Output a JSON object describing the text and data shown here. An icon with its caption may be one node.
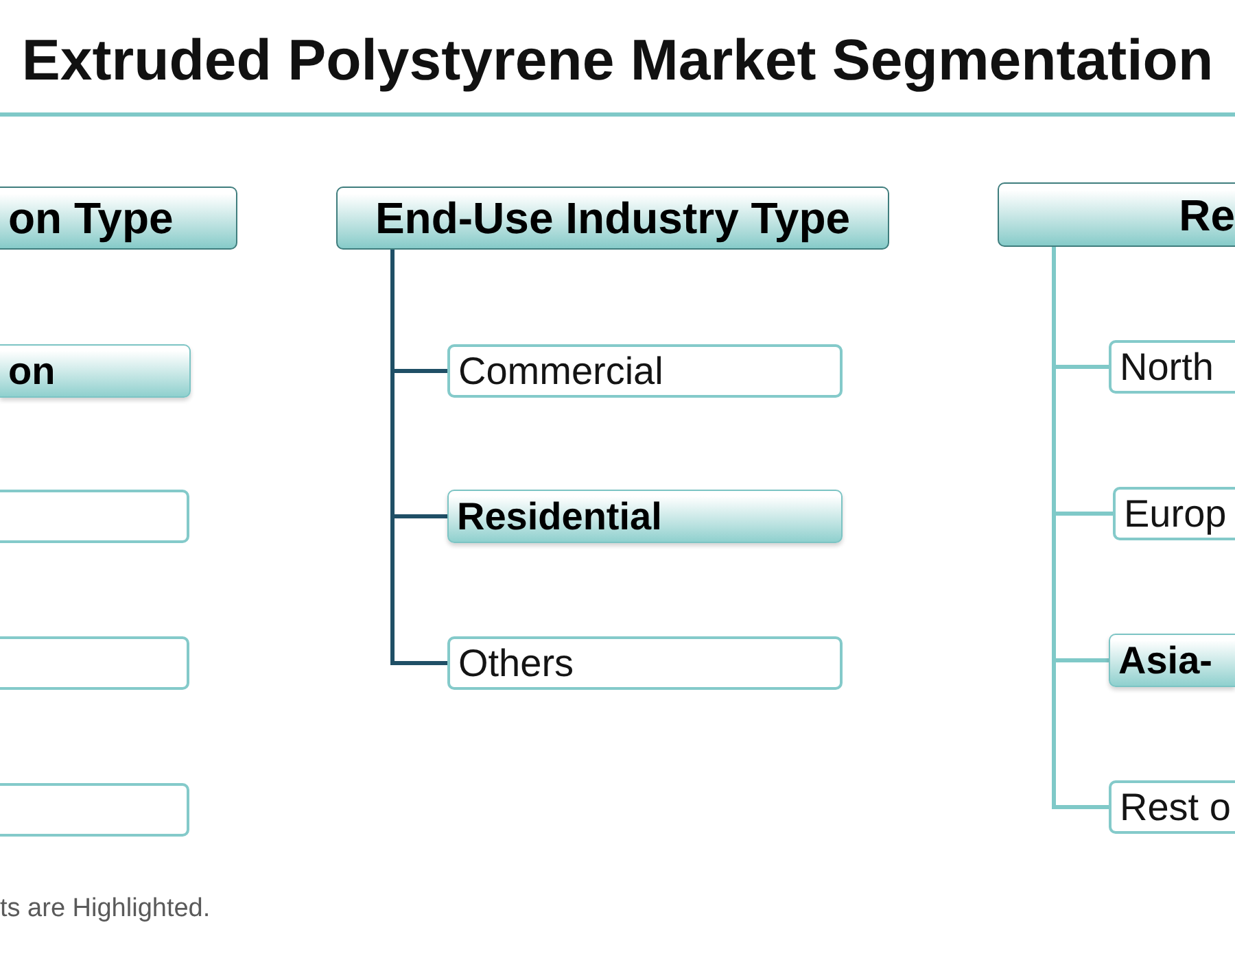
{
  "diagram": {
    "title": "Extruded Polystyrene Market Segmentation",
    "nodes": [
      {
        "text": [
          "on Type"
        ]
      },
      {
        "text": [
          "on"
        ]
      },
      {
        "text": [],
        "shape": "box"
      },
      {
        "text": [],
        "shape": "box"
      },
      {
        "text": [],
        "shape": "box"
      },
      {
        "text": [
          "End-Use Industry Type"
        ]
      },
      {
        "text": [
          "Commercial"
        ]
      },
      {
        "text": [
          "Residential"
        ]
      },
      {
        "text": [
          "Others"
        ]
      },
      {
        "text": [
          "Re"
        ]
      },
      {
        "text": [
          "North"
        ]
      },
      {
        "text": [
          "Europ"
        ]
      },
      {
        "text": [
          "Asia-"
        ]
      },
      {
        "text": [
          "Rest o"
        ]
      }
    ],
    "edges": [
      {
        "from": 5,
        "to": 6,
        "arrow": "none",
        "color": "#1f4f66"
      },
      {
        "from": 5,
        "to": 7,
        "arrow": "none",
        "color": "#1f4f66"
      },
      {
        "from": 5,
        "to": 8,
        "arrow": "none",
        "color": "#1f4f66"
      },
      {
        "from": 9,
        "to": 10,
        "arrow": "none"
      },
      {
        "from": 9,
        "to": 11,
        "arrow": "none"
      },
      {
        "from": 9,
        "to": 12,
        "arrow": "none"
      },
      {
        "from": 9,
        "to": 13,
        "arrow": "none"
      }
    ],
    "labels": [
      "ts are Highlighted."
    ]
  }
}
